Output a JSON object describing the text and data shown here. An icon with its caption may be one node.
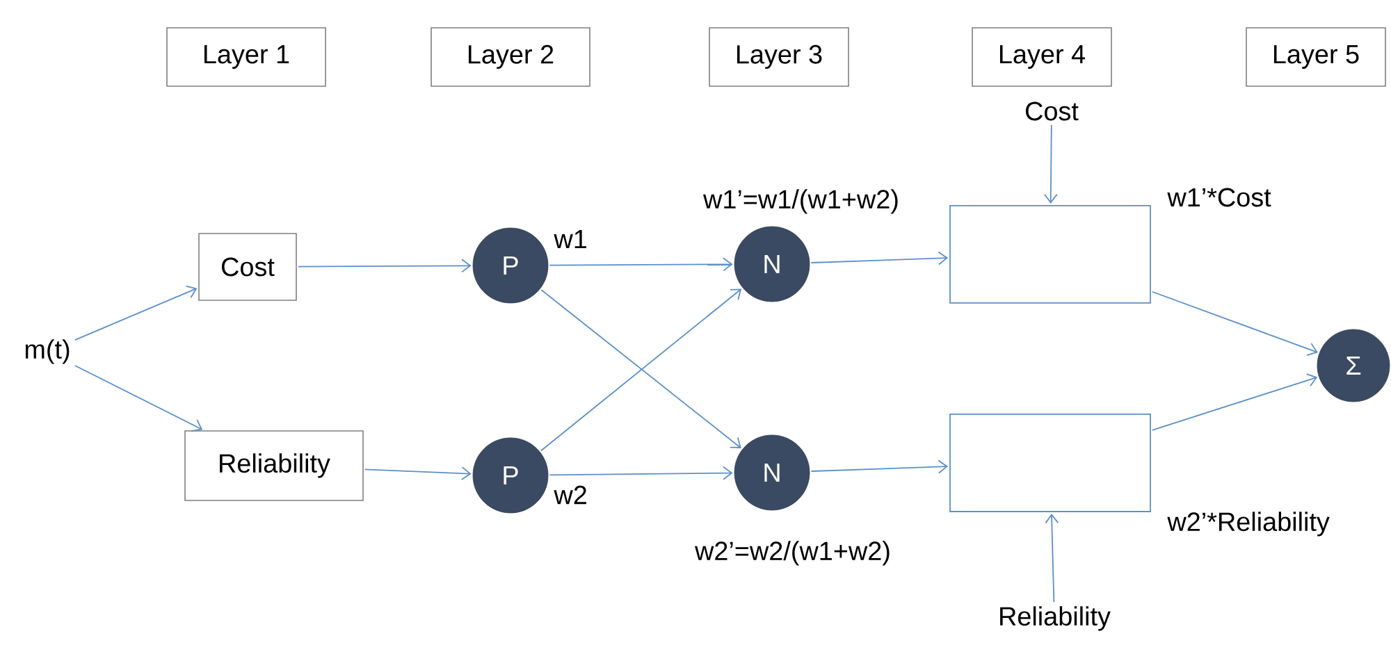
{
  "diagram": {
    "nodes": [
      {
        "text": [
          "Layer 1"
        ]
      },
      {
        "text": [
          "Layer 2"
        ]
      },
      {
        "text": [
          "Layer 3"
        ]
      },
      {
        "text": [
          "Layer 4"
        ]
      },
      {
        "text": [
          "Layer 5"
        ]
      },
      {
        "text": [
          "m(t)"
        ]
      },
      {
        "text": [
          "Cost"
        ]
      },
      {
        "text": [
          "Reliability"
        ]
      },
      {
        "text": [
          "P"
        ],
        "beside": [
          "w1"
        ]
      },
      {
        "text": [
          "P"
        ],
        "beside": [
          "w2"
        ]
      },
      {
        "text": [
          "N"
        ],
        "beside": [
          "w1’=w1/(w1+w2)"
        ]
      },
      {
        "text": [
          "N"
        ],
        "beside": [
          "w2’=w2/(w1+w2)"
        ]
      },
      {
        "text": [],
        "shape": "box",
        "beside": [
          "w1’*Cost"
        ]
      },
      {
        "text": [],
        "shape": "box",
        "beside": [
          "w2’*Reliability"
        ]
      },
      {
        "text": [
          "Σ"
        ]
      },
      {
        "text": [
          "Cost"
        ]
      },
      {
        "text": [
          "Reliability"
        ]
      }
    ],
    "edges": [
      {
        "from": 5,
        "to": 6,
        "arrow": "to"
      },
      {
        "from": 5,
        "to": 7,
        "arrow": "to"
      },
      {
        "from": 6,
        "to": 8,
        "arrow": "to"
      },
      {
        "from": 7,
        "to": 9,
        "arrow": "to"
      },
      {
        "from": 8,
        "to": 10,
        "arrow": "to"
      },
      {
        "from": 8,
        "to": 11,
        "arrow": "to"
      },
      {
        "from": 9,
        "to": 10,
        "arrow": "to"
      },
      {
        "from": 9,
        "to": 11,
        "arrow": "to"
      },
      {
        "from": 10,
        "to": 12,
        "arrow": "to"
      },
      {
        "from": 11,
        "to": 13,
        "arrow": "to"
      },
      {
        "from": 12,
        "to": 14,
        "arrow": "to"
      },
      {
        "from": 13,
        "to": 14,
        "arrow": "to"
      },
      {
        "from": 15,
        "to": 12,
        "arrow": "to"
      },
      {
        "from": 16,
        "to": 13,
        "arrow": "to"
      }
    ]
  }
}
